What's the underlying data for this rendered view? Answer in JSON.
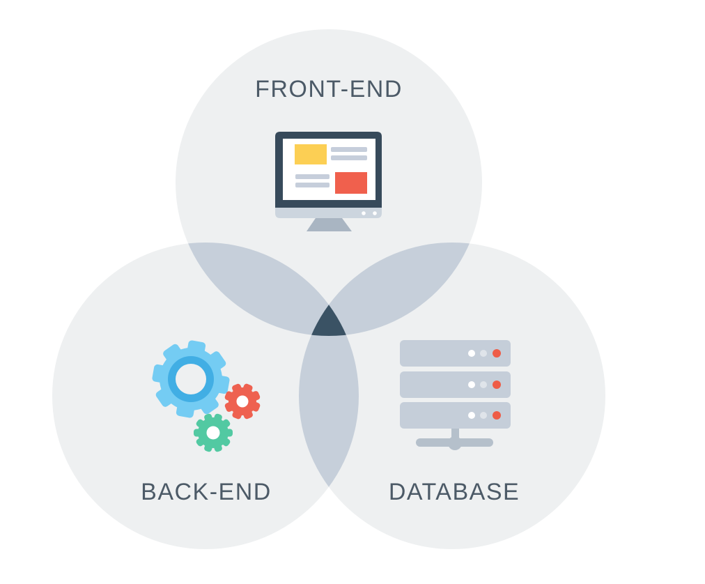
{
  "page": {
    "background": "#ffffff"
  },
  "venn": {
    "sets": [
      {
        "id": "front-end",
        "label": "FRONT-END",
        "icon": "monitor-icon"
      },
      {
        "id": "back-end",
        "label": "BACK-END",
        "icon": "gears-icon"
      },
      {
        "id": "database",
        "label": "DATABASE",
        "icon": "server-stack-icon"
      }
    ],
    "colors": {
      "circle": "#eef0f1",
      "overlap": "#c6cfda",
      "core": "#3a5264",
      "label": "#4c5a67"
    },
    "icon_colors": {
      "monitor_frame": "#374a5b",
      "monitor_screen": "#ffffff",
      "monitor_bezel": "#ccd5de",
      "monitor_stand": "#a9b5c2",
      "content_yellow": "#fccf54",
      "content_red": "#f0604d",
      "content_gray": "#c6cedb",
      "gear_blue": "#74ccf3",
      "gear_ring_blue": "#41aee4",
      "gear_red": "#ee6150",
      "gear_green": "#52c9a2",
      "gear_hole_bg": "#eef0f1",
      "gear_hole_white": "#ffffff",
      "server_gray": "#c5ced9",
      "server_dot_white": "#ffffff",
      "server_dot_gray": "#dfe4ea",
      "server_dot_red": "#ee5c47",
      "network_gray": "#b5c0cb"
    }
  }
}
